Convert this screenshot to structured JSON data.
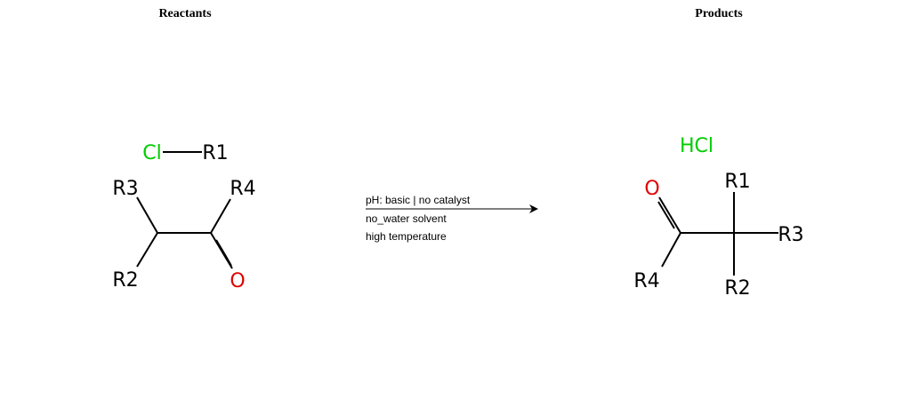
{
  "reactants": {
    "title": "Reactants",
    "molecules": [
      {
        "atoms": [
          "Cl",
          "R1"
        ]
      },
      {
        "atoms": [
          "R3",
          "R2",
          "R4",
          "O"
        ]
      }
    ]
  },
  "products": {
    "title": "Products",
    "molecules": [
      {
        "atoms": [
          "HCl"
        ]
      },
      {
        "atoms": [
          "O",
          "R4",
          "R1",
          "R3",
          "R2"
        ]
      }
    ]
  },
  "conditions": [
    "pH: basic | no catalyst",
    "no_water solvent",
    "high temperature"
  ],
  "colors": {
    "bond": "#000000",
    "oxygen": "#e00000",
    "chlorine": "#00cc00",
    "text": "#000000"
  }
}
